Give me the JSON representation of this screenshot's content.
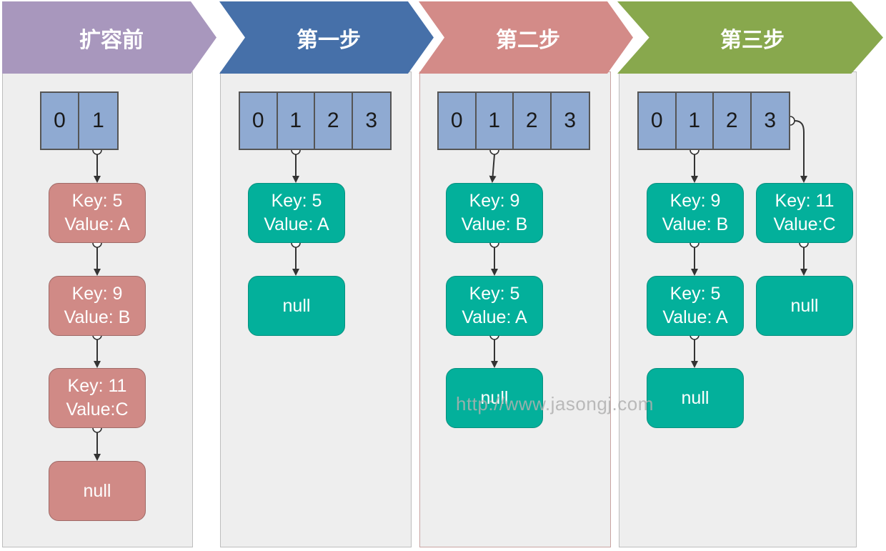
{
  "header": {
    "before_label": "扩容前",
    "step1_label": "第一步",
    "step2_label": "第二步",
    "step3_label": "第三步",
    "colors": {
      "before": "#a897bd",
      "step1": "#4670a9",
      "step2": "#d38b88",
      "step3": "#88a84d"
    }
  },
  "before": {
    "array": [
      "0",
      "1"
    ],
    "chain": [
      {
        "key": "Key: 5",
        "value": "Value: A"
      },
      {
        "key": "Key: 9",
        "value": "Value: B"
      },
      {
        "key": "Key: 11",
        "value": "Value:C"
      }
    ],
    "null_label": "null"
  },
  "step1": {
    "array": [
      "0",
      "1",
      "2",
      "3"
    ],
    "chain": [
      {
        "key": "Key: 5",
        "value": "Value: A"
      }
    ],
    "null_label": "null"
  },
  "step2": {
    "array": [
      "0",
      "1",
      "2",
      "3"
    ],
    "chain": [
      {
        "key": "Key: 9",
        "value": "Value: B"
      },
      {
        "key": "Key: 5",
        "value": "Value: A"
      }
    ],
    "null_label": "null"
  },
  "step3": {
    "array": [
      "0",
      "1",
      "2",
      "3"
    ],
    "chain_slot1": [
      {
        "key": "Key: 9",
        "value": "Value: B"
      },
      {
        "key": "Key: 5",
        "value": "Value: A"
      }
    ],
    "null_label_slot1": "null",
    "chain_slot3": [
      {
        "key": "Key: 11",
        "value": "Value:C"
      }
    ],
    "null_label_slot3": "null"
  },
  "watermark": "http://www.jasongj.com"
}
